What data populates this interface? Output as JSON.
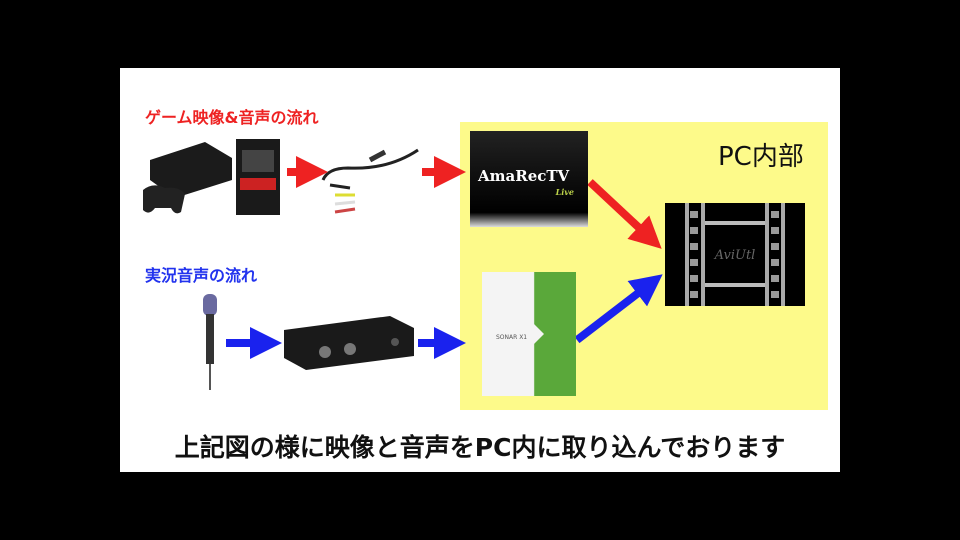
{
  "game_flow_title": "ゲーム映像&音声の流れ",
  "voice_flow_title": "実況音声の流れ",
  "pc_section_label": "PC内部",
  "capture_software": {
    "name": "AmaRecTV",
    "edition": "Live"
  },
  "daw_software": {
    "name": "SONAR X1"
  },
  "encoder_software": {
    "name": "AviUtl"
  },
  "caption": "上記図の様に映像と音声をPC内に取り込んでおります",
  "colors": {
    "game_flow": "#ee2222",
    "voice_flow": "#2233ee",
    "pc_area": "#fdfa8a"
  }
}
